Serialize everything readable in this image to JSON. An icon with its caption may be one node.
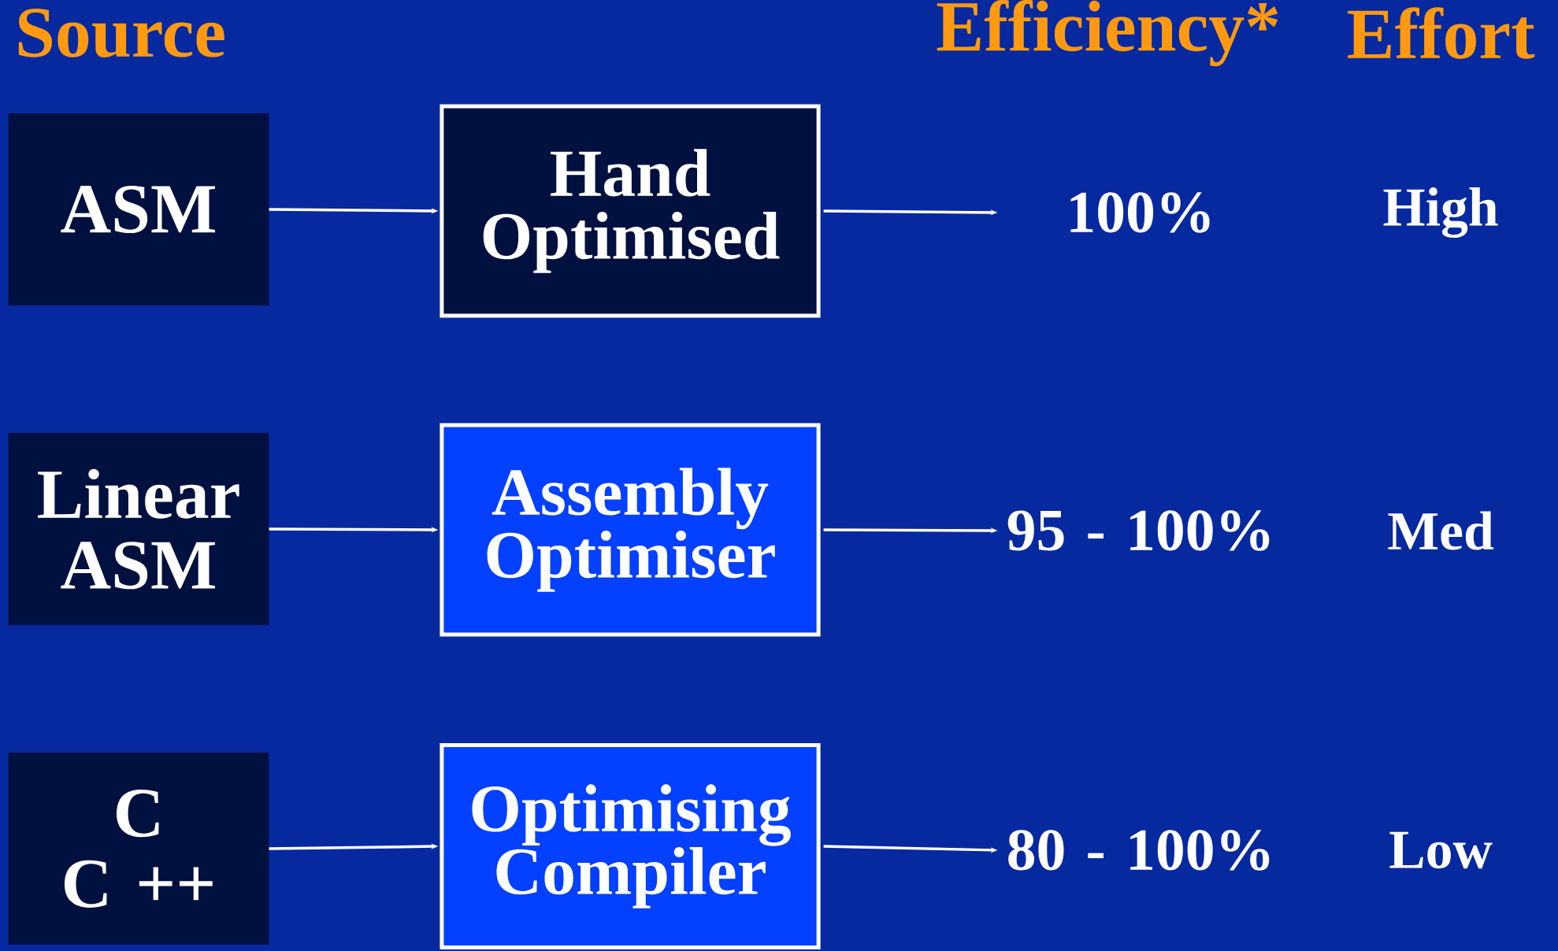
{
  "diagram": {
    "nodes": [
      {
        "text": [
          "ASM"
        ]
      },
      {
        "text": [
          "Hand Optimised"
        ]
      },
      {
        "text": [
          "100%"
        ]
      },
      {
        "text": [
          "Linear ASM"
        ]
      },
      {
        "text": [
          "Assembly Optimiser"
        ]
      },
      {
        "text": [
          "95 - 100%"
        ]
      },
      {
        "text": [
          "C",
          "C ++"
        ]
      },
      {
        "text": [
          "Optimising Compiler"
        ]
      },
      {
        "text": [
          "80 - 100%"
        ]
      }
    ],
    "edges": [
      {
        "from": 0,
        "to": 1,
        "arrow": "to"
      },
      {
        "from": 1,
        "to": 2,
        "arrow": "to"
      },
      {
        "from": 3,
        "to": 4,
        "arrow": "to"
      },
      {
        "from": 4,
        "to": 5,
        "arrow": "to"
      },
      {
        "from": 6,
        "to": 7,
        "arrow": "to"
      },
      {
        "from": 7,
        "to": 8,
        "arrow": "to"
      }
    ],
    "labels": [
      "Source",
      "Efficiency*",
      "Effort",
      "High",
      "Med",
      "Low"
    ]
  }
}
